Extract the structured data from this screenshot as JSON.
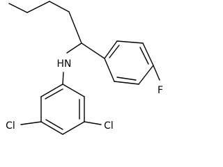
{
  "structure": {
    "atoms": {
      "amine": "HN",
      "fluorine": "F",
      "chlorine_left": "Cl",
      "chlorine_right": "Cl"
    },
    "colors": {
      "bond": "#000000",
      "label": "#000000",
      "background": "#ffffff"
    }
  }
}
